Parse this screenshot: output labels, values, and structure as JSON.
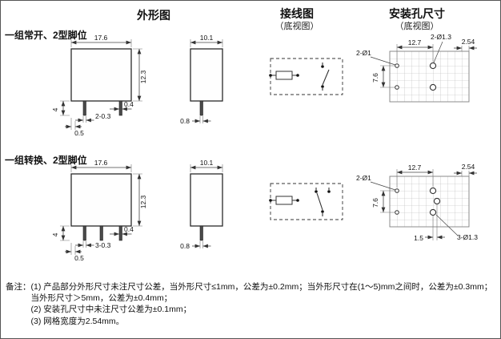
{
  "headers": {
    "outline": "外形图",
    "wiring": "接线图",
    "wiring_sub": "（底视图）",
    "mounting": "安装孔尺寸",
    "mounting_sub": "（底视图）"
  },
  "row1": {
    "label": "一组常开、2型脚位",
    "front": {
      "width": "17.6",
      "height": "12.3",
      "pin_length": "4",
      "pin_count_thickness": "2-0.3",
      "pin_thickness": "0.4",
      "pin_offset": "0.5"
    },
    "side": {
      "width": "10.1",
      "pin_thickness": "0.8"
    },
    "mount": {
      "coil_holes": "2-Ø1",
      "pitch_x": "12.7",
      "grid_pitch": "2.54",
      "pitch_y": "7.6",
      "contact_holes": "2-Ø1.3"
    }
  },
  "row2": {
    "label": "一组转换、2型脚位",
    "front": {
      "width": "17.6",
      "height": "12.3",
      "pin_length": "4",
      "pin_count_thickness": "3-0.3",
      "pin_thickness": "0.4",
      "pin_offset": "0.5"
    },
    "side": {
      "width": "10.1",
      "pin_thickness": "0.8"
    },
    "mount": {
      "coil_holes": "2-Ø1",
      "pitch_x": "12.7",
      "grid_pitch": "2.54",
      "pitch_y": "7.6",
      "contact_holes": "3-Ø1.3",
      "contact_offset": "1.5"
    }
  },
  "notes": {
    "prefix": "备注：",
    "items": [
      "(1) 产品部分外形尺寸未注尺寸公差，当外形尺寸≤1mm，公差为±0.2mm；当外形尺寸在(1～5)mm之间时，公差为±0.3mm；当外形尺寸＞5mm，公差为±0.4mm；",
      "(2) 安装孔尺寸中未注尺寸公差为±0.1mm；",
      "(3) 网格宽度为2.54mm。"
    ]
  }
}
